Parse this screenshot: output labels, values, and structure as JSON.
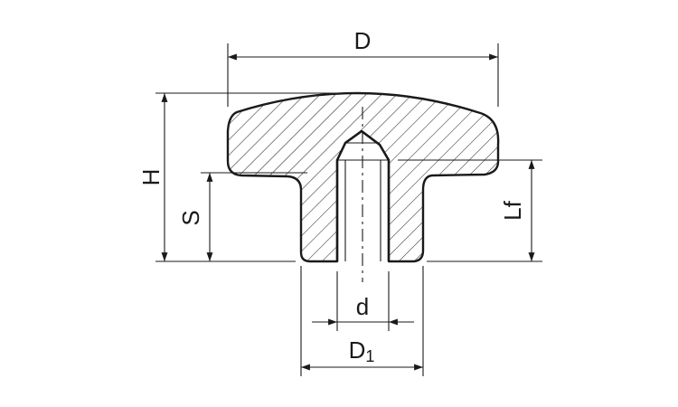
{
  "diagram": {
    "labels": {
      "D": "D",
      "H": "H",
      "S": "S",
      "Lf": "Lf",
      "d": "d",
      "D1_main": "D",
      "D1_sub": "1"
    },
    "colors": {
      "line": "#1a1a1a",
      "background": "#ffffff"
    }
  }
}
